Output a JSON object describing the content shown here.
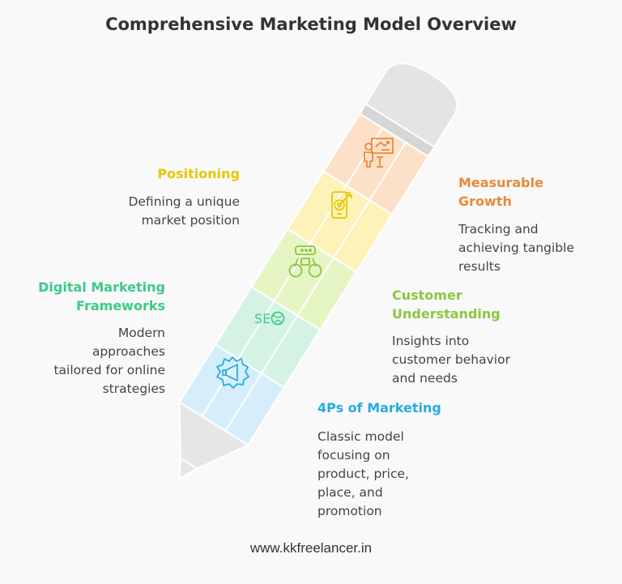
{
  "title": "Comprehensive Marketing Model Overview",
  "footer": "www.kkfreelancer.in",
  "segments": [
    {
      "id": "4ps",
      "label": "4Ps of Marketing",
      "description": "Classic model\nfocusing on\nproduct, price,\nplace, and\npromotion",
      "color": "#29abe2",
      "fill": "#d6eefb",
      "icon": "megaphone-icon"
    },
    {
      "id": "digital",
      "label": "Digital Marketing\nFrameworks",
      "description": "Modern\napproaches\ntailored for online\nstrategies",
      "color": "#3cc98a",
      "fill": "#d5f3e4",
      "icon": "seo-icon"
    },
    {
      "id": "customer",
      "label": "Customer\nUnderstanding",
      "description": "Insights into\ncustomer behavior\nand needs",
      "color": "#8cc63f",
      "fill": "#e5f5c4",
      "icon": "binoculars-icon"
    },
    {
      "id": "positioning",
      "label": "Positioning",
      "description": "Defining a unique\nmarket position",
      "color": "#e6c800",
      "fill": "#fdf2b8",
      "icon": "mobile-target-icon"
    },
    {
      "id": "growth",
      "label": "Measurable\nGrowth",
      "description": "Tracking and\nachieving tangible\nresults",
      "color": "#e8893a",
      "fill": "#fde0c8",
      "icon": "presentation-icon"
    }
  ],
  "icon_names": [
    "pencil-icon",
    "eraser-icon",
    "pencil-tip-icon"
  ]
}
